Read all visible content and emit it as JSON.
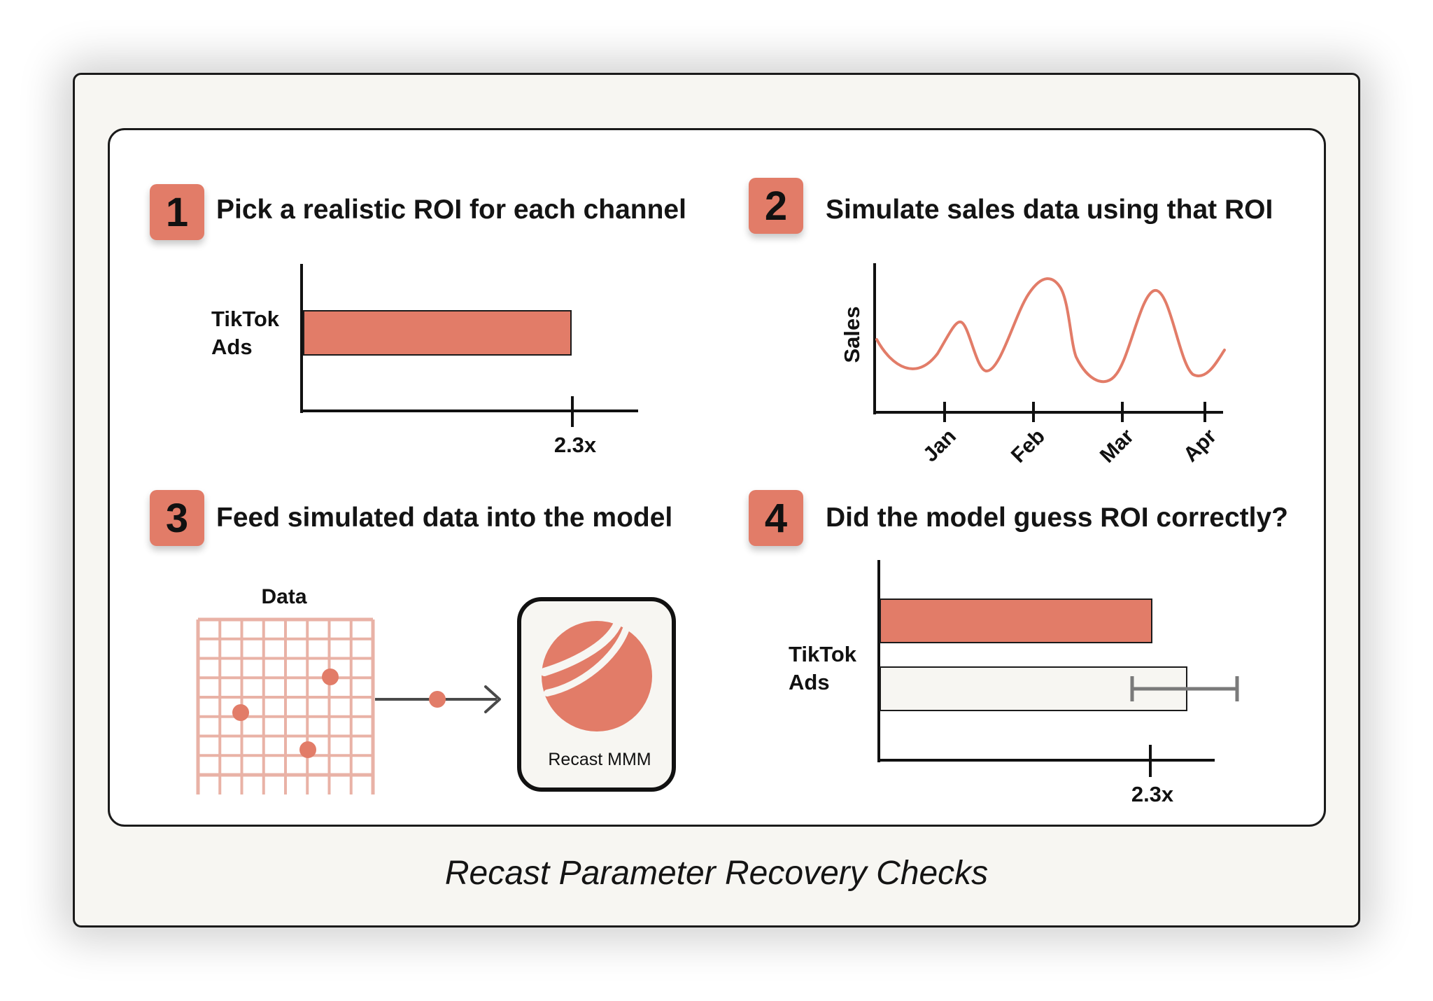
{
  "steps": [
    {
      "number": "1",
      "title": "Pick a realistic ROI for each channel"
    },
    {
      "number": "2",
      "title": "Simulate sales data using that ROI"
    },
    {
      "number": "3",
      "title": "Feed simulated data into the model"
    },
    {
      "number": "4",
      "title": "Did the model guess ROI correctly?"
    }
  ],
  "panel1": {
    "channel_line1": "TikTok",
    "channel_line2": "Ads",
    "tick_label": "2.3x",
    "roi_value": 2.3
  },
  "panel2": {
    "y_label": "Sales",
    "months": [
      "Jan",
      "Feb",
      "Mar",
      "Apr"
    ]
  },
  "panel3": {
    "data_label": "Data",
    "model_label": "Recast MMM"
  },
  "panel4": {
    "channel_line1": "TikTok",
    "channel_line2": "Ads",
    "tick_label": "2.3x",
    "true_roi": 2.3
  },
  "caption": "Recast Parameter Recovery Checks",
  "colors": {
    "accent": "#e27c68",
    "grid": "#e9b2a6",
    "axis": "#111111",
    "background": "#f7f6f2",
    "errorbar": "#7a7a7a"
  }
}
